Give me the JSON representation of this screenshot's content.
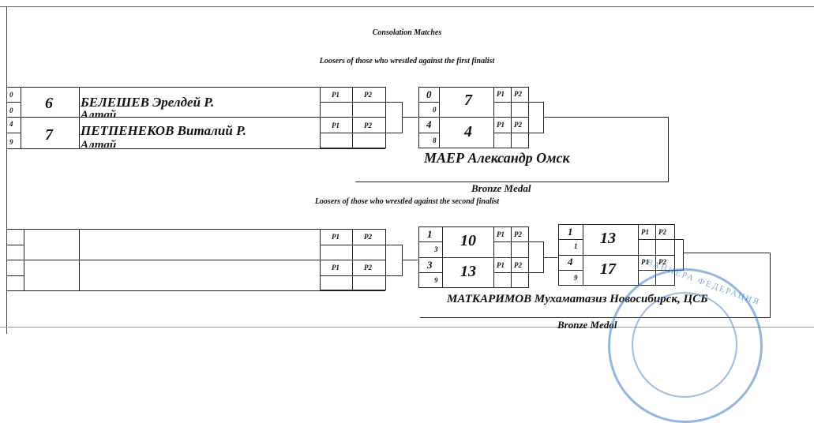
{
  "headers": {
    "consolation": "Consolation Matches",
    "first_finalist": "Loosers of those who wrestled against the first finalist",
    "second_finalist": "Loosers of those who wrestled against the second finalist",
    "bronze_label": "Bronze Medal"
  },
  "pool_labels": {
    "p1": "P1",
    "p2": "P2"
  },
  "bracket1": {
    "wrestler1": {
      "score_top": "0",
      "score_bot": "0",
      "seed": "6",
      "name": "БЕЛЕШЕВ Эрелдей Р.",
      "region": "Алтай"
    },
    "wrestler2": {
      "score_top": "4",
      "score_bot": "9",
      "seed": "7",
      "name": "ПЕТПЕНЕКОВ Виталий Р.",
      "region": "Алтай"
    },
    "round2": {
      "top": {
        "score_top": "0",
        "score_bot": "0",
        "seed": "7"
      },
      "bottom": {
        "score_top": "4",
        "score_bot": "8",
        "seed": "4"
      }
    },
    "winner": "МАЕР Александр Омск"
  },
  "bracket2": {
    "round2": {
      "top": {
        "score_top": "1",
        "score_bot": "3",
        "seed": "10"
      },
      "bottom": {
        "score_top": "3",
        "score_bot": "9",
        "seed": "13"
      }
    },
    "round3": {
      "top": {
        "score_top": "1",
        "score_bot": "1",
        "seed": "13"
      },
      "bottom": {
        "score_top": "4",
        "score_bot": "9",
        "seed": "17"
      }
    },
    "winner": "МАТКАРИМОВ Мухаматазиз Новосибирск, ЦСБ"
  },
  "stamp_text": "ВАННЕРА ФЕДЕРАЦИЯ"
}
